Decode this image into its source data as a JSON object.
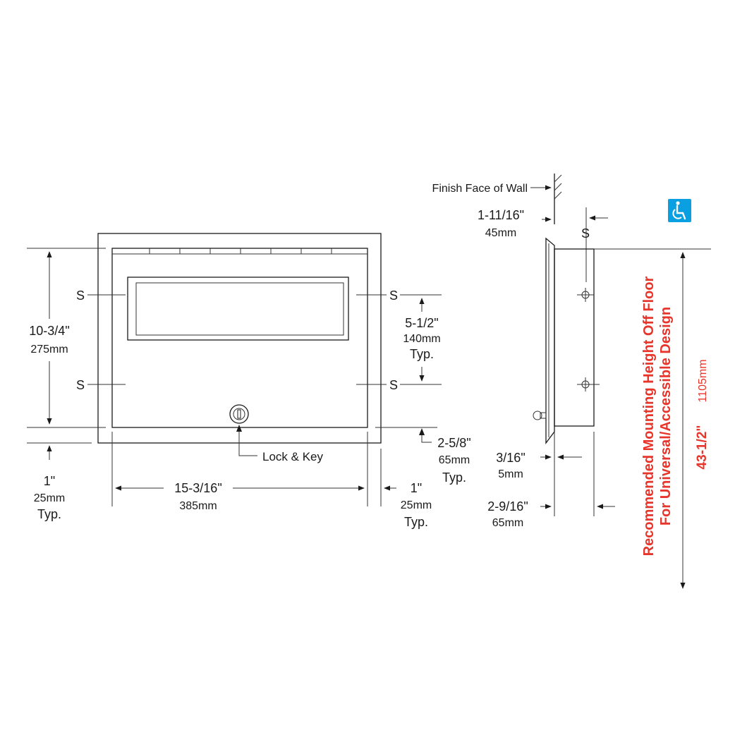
{
  "labels": {
    "finish_face": "Finish Face of Wall",
    "s": "S",
    "lock_key": "Lock & Key",
    "typ": "Typ.",
    "recommended_line1": "Recommended Mounting Height Off Floor",
    "recommended_line2": "For Universal/Accessible Design"
  },
  "dims": {
    "height_in": "10-3/4\"",
    "height_mm": "275mm",
    "width_in": "15-3/16\"",
    "width_mm": "385mm",
    "left_bottom_in": "1\"",
    "left_bottom_mm": "25mm",
    "right_side_in": "1\"",
    "right_side_mm": "25mm",
    "spacing_in": "5-1/2\"",
    "spacing_mm": "140mm",
    "bottom_right_in": "2-5/8\"",
    "bottom_right_mm": "65mm",
    "wall_in": "1-11/16\"",
    "wall_mm": "45mm",
    "flange_in": "3/16\"",
    "flange_mm": "5mm",
    "depth_in": "2-9/16\"",
    "depth_mm": "65mm",
    "mount_in": "43-1/2\"",
    "mount_mm": "1105mm"
  },
  "colors": {
    "accessible_badge": "#0a9fe0",
    "accent_red": "#e8352b",
    "line": "#1a1a1a"
  },
  "icons": {
    "accessible": "wheelchair-icon",
    "lock": "lock-icon"
  }
}
